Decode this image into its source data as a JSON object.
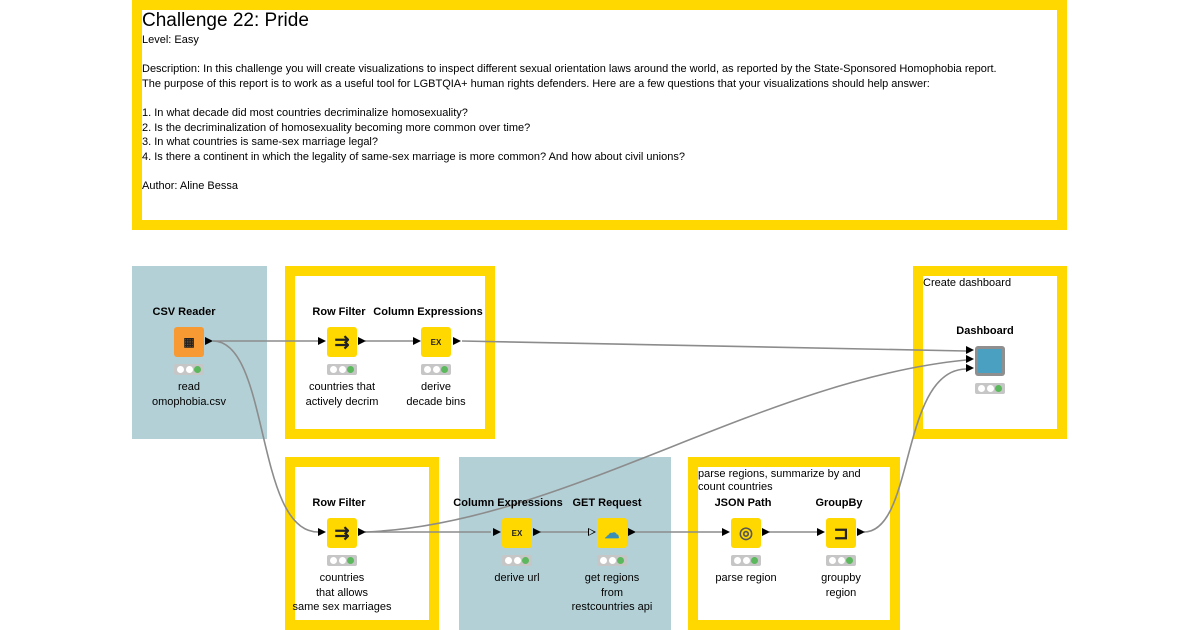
{
  "description": {
    "title": "Challenge 22: Pride",
    "body": "Level: Easy\n\nDescription: In this challenge you will create visualizations to inspect different sexual orientation laws around the world, as reported by the State-Sponsored Homophobia report.\nThe purpose of this report is to work as a useful tool for LGBTQIA+ human rights defenders. Here are a few questions that your visualizations should help answer:\n\n1. In what decade did most countries decriminalize homosexuality?\n2. Is the decriminalization of homosexuality becoming more common over time?\n3. In what countries is same-sex marriage legal?\n4. Is there a continent in which the legality of same-sex marriage is more common? And how about civil unions?\n\nAuthor: Aline Bessa"
  },
  "annotations": {
    "dashboard": "Create dashboard",
    "regions": "parse regions, summarize by and\ncount countries"
  },
  "colors": {
    "annotation_border": "#ffd800",
    "annotation_blue": "#b3d0d6",
    "node_yellow": "#ffd800",
    "node_orange": "#f79a33",
    "status_green": "#5cb85c",
    "view_blue": "#4aa0c1",
    "connection": "#8c8c8c"
  },
  "nodes": {
    "csv_reader": {
      "title": "CSV Reader",
      "label": "read\nomophobia.csv",
      "icon": "table-file-reader-icon",
      "status": "executed"
    },
    "row_filter_1": {
      "title": "Row Filter",
      "label": "countries that\nactively decrim",
      "icon": "row-filter-icon",
      "status": "executed"
    },
    "column_expr_1": {
      "title": "Column Expressions",
      "label": "derive\ndecade bins",
      "icon": "expression-icon",
      "status": "executed"
    },
    "dashboard": {
      "title": "Dashboard",
      "label": "",
      "icon": "view-icon",
      "status": "executed"
    },
    "row_filter_2": {
      "title": "Row Filter",
      "label": "countries\nthat allows\nsame sex marriages",
      "icon": "row-filter-icon",
      "status": "executed"
    },
    "column_expr_2": {
      "title": "Column Expressions",
      "label": "derive url",
      "icon": "expression-icon",
      "status": "executed"
    },
    "get_request": {
      "title": "GET Request",
      "label": "get regions\nfrom\nrestcountries api",
      "icon": "cloud-request-icon",
      "status": "executed"
    },
    "json_path": {
      "title": "JSON Path",
      "label": "parse region",
      "icon": "json-path-icon",
      "status": "executed"
    },
    "groupby": {
      "title": "GroupBy",
      "label": "groupby\nregion",
      "icon": "groupby-icon",
      "status": "executed"
    }
  },
  "glyphs": {
    "expression": "EX",
    "row_filter": "⇉",
    "groupby": "⊐",
    "json_path": "◎",
    "csv": "▦",
    "cloud": "☁"
  }
}
